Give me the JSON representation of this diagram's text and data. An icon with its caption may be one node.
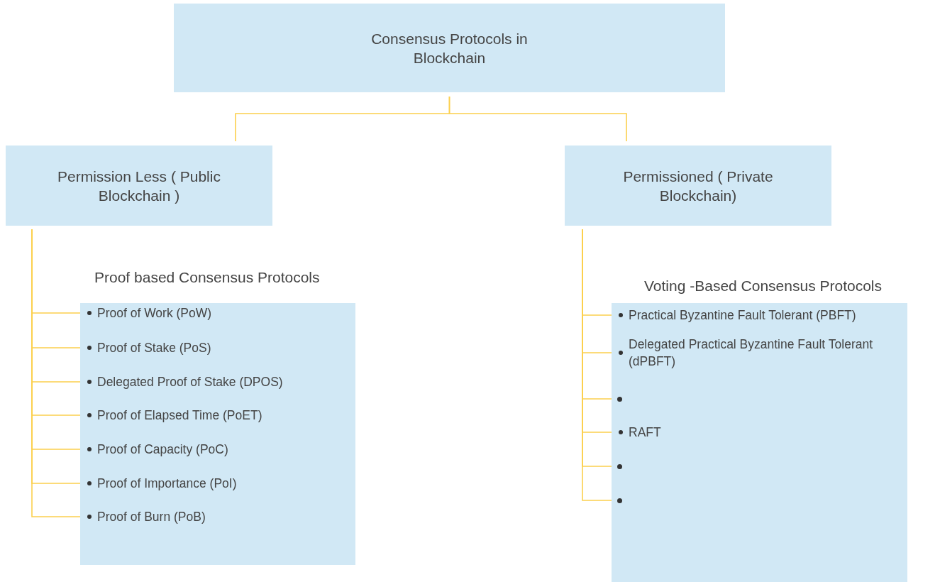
{
  "diagram": {
    "nodes": [
      {
        "text": [
          "Consensus Protocols in Blockchain"
        ]
      },
      {
        "text": [
          "Permission Less ( Public Blockchain )"
        ]
      },
      {
        "text": [
          "Permissioned ( Private Blockchain)"
        ]
      },
      {
        "text": [
          "Proof based Consensus Protocols"
        ]
      },
      {
        "text": [
          "Proof of Work (PoW)"
        ],
        "in": 3
      },
      {
        "text": [
          "Proof of Stake (PoS)"
        ],
        "in": 3
      },
      {
        "text": [
          "Delegated Proof of Stake (DPOS)"
        ],
        "in": 3
      },
      {
        "text": [
          "Proof of Elapsed Time (PoET)"
        ],
        "in": 3
      },
      {
        "text": [
          "Proof of Capacity (PoC)"
        ],
        "in": 3
      },
      {
        "text": [
          "Proof of Importance (PoI)"
        ],
        "in": 3
      },
      {
        "text": [
          "Proof of Burn (PoB)"
        ],
        "in": 3
      },
      {
        "text": [
          "Voting -Based Consensus Protocols"
        ]
      },
      {
        "text": [
          "Practical Byzantine Fault Tolerant (PBFT)"
        ],
        "in": 11
      },
      {
        "text": [
          "Delegated Practical Byzantine Fault Tolerant (dPBFT)"
        ],
        "in": 11
      },
      {
        "text": [],
        "shape": "circle",
        "in": 11
      },
      {
        "text": [
          "RAFT"
        ],
        "in": 11
      },
      {
        "text": [],
        "shape": "circle",
        "in": 11
      },
      {
        "text": [],
        "shape": "circle",
        "in": 11
      }
    ],
    "edges": [
      {
        "from": 0,
        "to": 1,
        "arrow": "none"
      },
      {
        "from": 0,
        "to": 2,
        "arrow": "none"
      },
      {
        "from": 1,
        "to": 4,
        "arrow": "none"
      },
      {
        "from": 1,
        "to": 5,
        "arrow": "none"
      },
      {
        "from": 1,
        "to": 6,
        "arrow": "none"
      },
      {
        "from": 1,
        "to": 7,
        "arrow": "none"
      },
      {
        "from": 1,
        "to": 8,
        "arrow": "none"
      },
      {
        "from": 1,
        "to": 9,
        "arrow": "none"
      },
      {
        "from": 1,
        "to": 10,
        "arrow": "none"
      },
      {
        "from": 2,
        "to": 12,
        "arrow": "none"
      },
      {
        "from": 2,
        "to": 13,
        "arrow": "none"
      },
      {
        "from": 2,
        "to": 14,
        "arrow": "none"
      },
      {
        "from": 2,
        "to": 15,
        "arrow": "none"
      },
      {
        "from": 2,
        "to": 16,
        "arrow": "none"
      },
      {
        "from": 2,
        "to": 17,
        "arrow": "none"
      }
    ]
  }
}
